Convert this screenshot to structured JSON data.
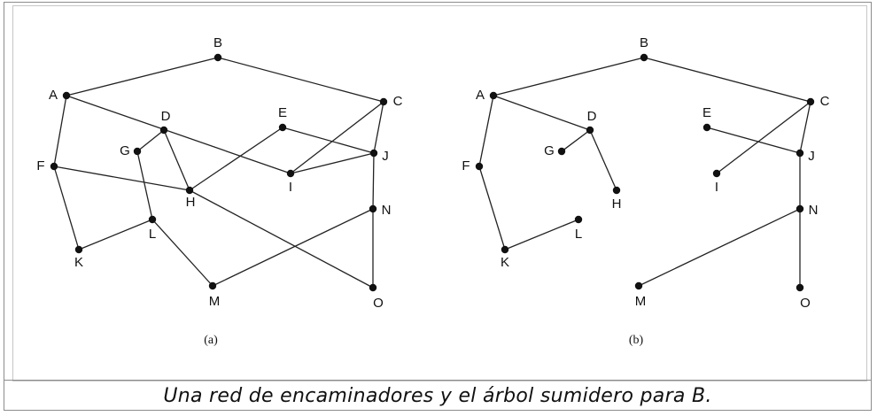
{
  "caption": "Una red de encaminadores y el árbol sumidero para B.",
  "diagrams": [
    {
      "id": "a",
      "sublabel": "(a)",
      "nodes": [
        "A",
        "B",
        "C",
        "D",
        "E",
        "F",
        "G",
        "H",
        "I",
        "J",
        "K",
        "L",
        "M",
        "N",
        "O"
      ],
      "edges": [
        [
          "A",
          "B"
        ],
        [
          "B",
          "C"
        ],
        [
          "A",
          "F"
        ],
        [
          "F",
          "K"
        ],
        [
          "K",
          "L"
        ],
        [
          "L",
          "G"
        ],
        [
          "G",
          "D"
        ],
        [
          "A",
          "I"
        ],
        [
          "D",
          "H"
        ],
        [
          "H",
          "E"
        ],
        [
          "E",
          "J"
        ],
        [
          "C",
          "I"
        ],
        [
          "I",
          "J"
        ],
        [
          "C",
          "J"
        ],
        [
          "J",
          "N"
        ],
        [
          "N",
          "O"
        ],
        [
          "F",
          "H"
        ],
        [
          "H",
          "O"
        ],
        [
          "L",
          "M"
        ],
        [
          "M",
          "N"
        ]
      ]
    },
    {
      "id": "b",
      "sublabel": "(b)",
      "nodes": [
        "A",
        "B",
        "C",
        "D",
        "E",
        "F",
        "G",
        "H",
        "I",
        "J",
        "K",
        "L",
        "M",
        "N",
        "O"
      ],
      "edges": [
        [
          "A",
          "B"
        ],
        [
          "B",
          "C"
        ],
        [
          "A",
          "F"
        ],
        [
          "F",
          "K"
        ],
        [
          "K",
          "L"
        ],
        [
          "A",
          "D"
        ],
        [
          "D",
          "G"
        ],
        [
          "D",
          "H"
        ],
        [
          "C",
          "I"
        ],
        [
          "C",
          "J"
        ],
        [
          "E",
          "J"
        ],
        [
          "J",
          "N"
        ],
        [
          "N",
          "O"
        ],
        [
          "N",
          "M"
        ]
      ]
    }
  ]
}
